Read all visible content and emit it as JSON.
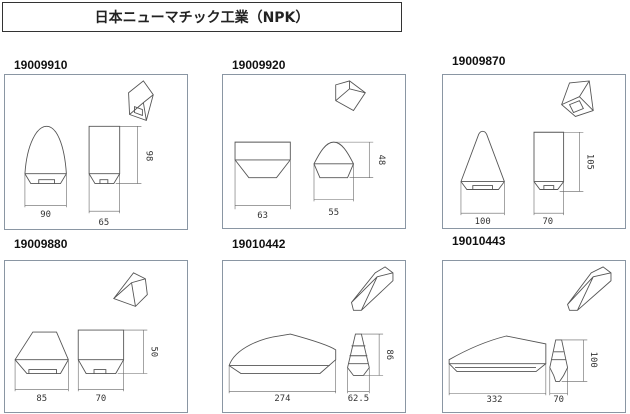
{
  "title": "日本ニューマチック工業（NPK）",
  "parts": [
    {
      "id": "19009910",
      "dims": [
        "90",
        "65",
        "98"
      ]
    },
    {
      "id": "19009920",
      "dims": [
        "63",
        "55",
        "48"
      ]
    },
    {
      "id": "19009870",
      "dims": [
        "100",
        "70",
        "105"
      ]
    },
    {
      "id": "19009880",
      "dims": [
        "85",
        "70",
        "50"
      ]
    },
    {
      "id": "19010442",
      "dims": [
        "274",
        "62.5",
        "86"
      ]
    },
    {
      "id": "19010443",
      "dims": [
        "332",
        "70",
        "100"
      ]
    }
  ]
}
